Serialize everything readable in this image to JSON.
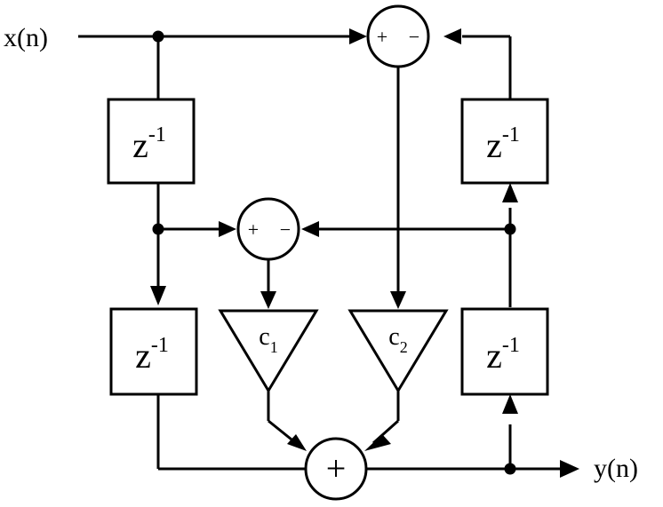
{
  "input_label": "x(n)",
  "output_label": "y(n)",
  "delay_blocks": [
    {
      "main": "z",
      "exp": "-1"
    },
    {
      "main": "z",
      "exp": "-1"
    },
    {
      "main": "z",
      "exp": "-1"
    },
    {
      "main": "z",
      "exp": "-1"
    }
  ],
  "summers": {
    "top": {
      "plus": "+",
      "minus": "−"
    },
    "middle": {
      "plus": "+",
      "minus": "−"
    },
    "output": {
      "symbol": "+"
    }
  },
  "gains": [
    {
      "symbol": "c",
      "subscript": "1"
    },
    {
      "symbol": "c",
      "subscript": "2"
    }
  ]
}
